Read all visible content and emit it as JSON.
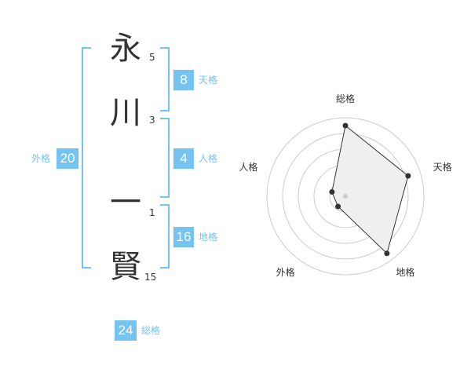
{
  "name": {
    "chars": [
      {
        "char": "永",
        "strokes": "5"
      },
      {
        "char": "川",
        "strokes": "3"
      },
      {
        "char": "一",
        "strokes": "1"
      },
      {
        "char": "賢",
        "strokes": "15"
      }
    ]
  },
  "fortune": {
    "tenkaku": {
      "value": "8",
      "label": "天格"
    },
    "jinkaku": {
      "value": "4",
      "label": "人格"
    },
    "chikaku": {
      "value": "16",
      "label": "地格"
    },
    "gaikaku": {
      "value": "20",
      "label": "外格"
    },
    "soukaku": {
      "value": "24",
      "label": "総格"
    }
  },
  "chart_data": {
    "type": "radar",
    "axes": [
      "総格",
      "天格",
      "地格",
      "外格",
      "人格"
    ],
    "values": [
      4.5,
      4.2,
      4.5,
      0.8,
      0.9
    ],
    "max": 5,
    "rings": 5,
    "colors": {
      "fill": "#efefef",
      "line": "#333333",
      "grid": "#cccccc",
      "center": "#cccccc"
    }
  }
}
